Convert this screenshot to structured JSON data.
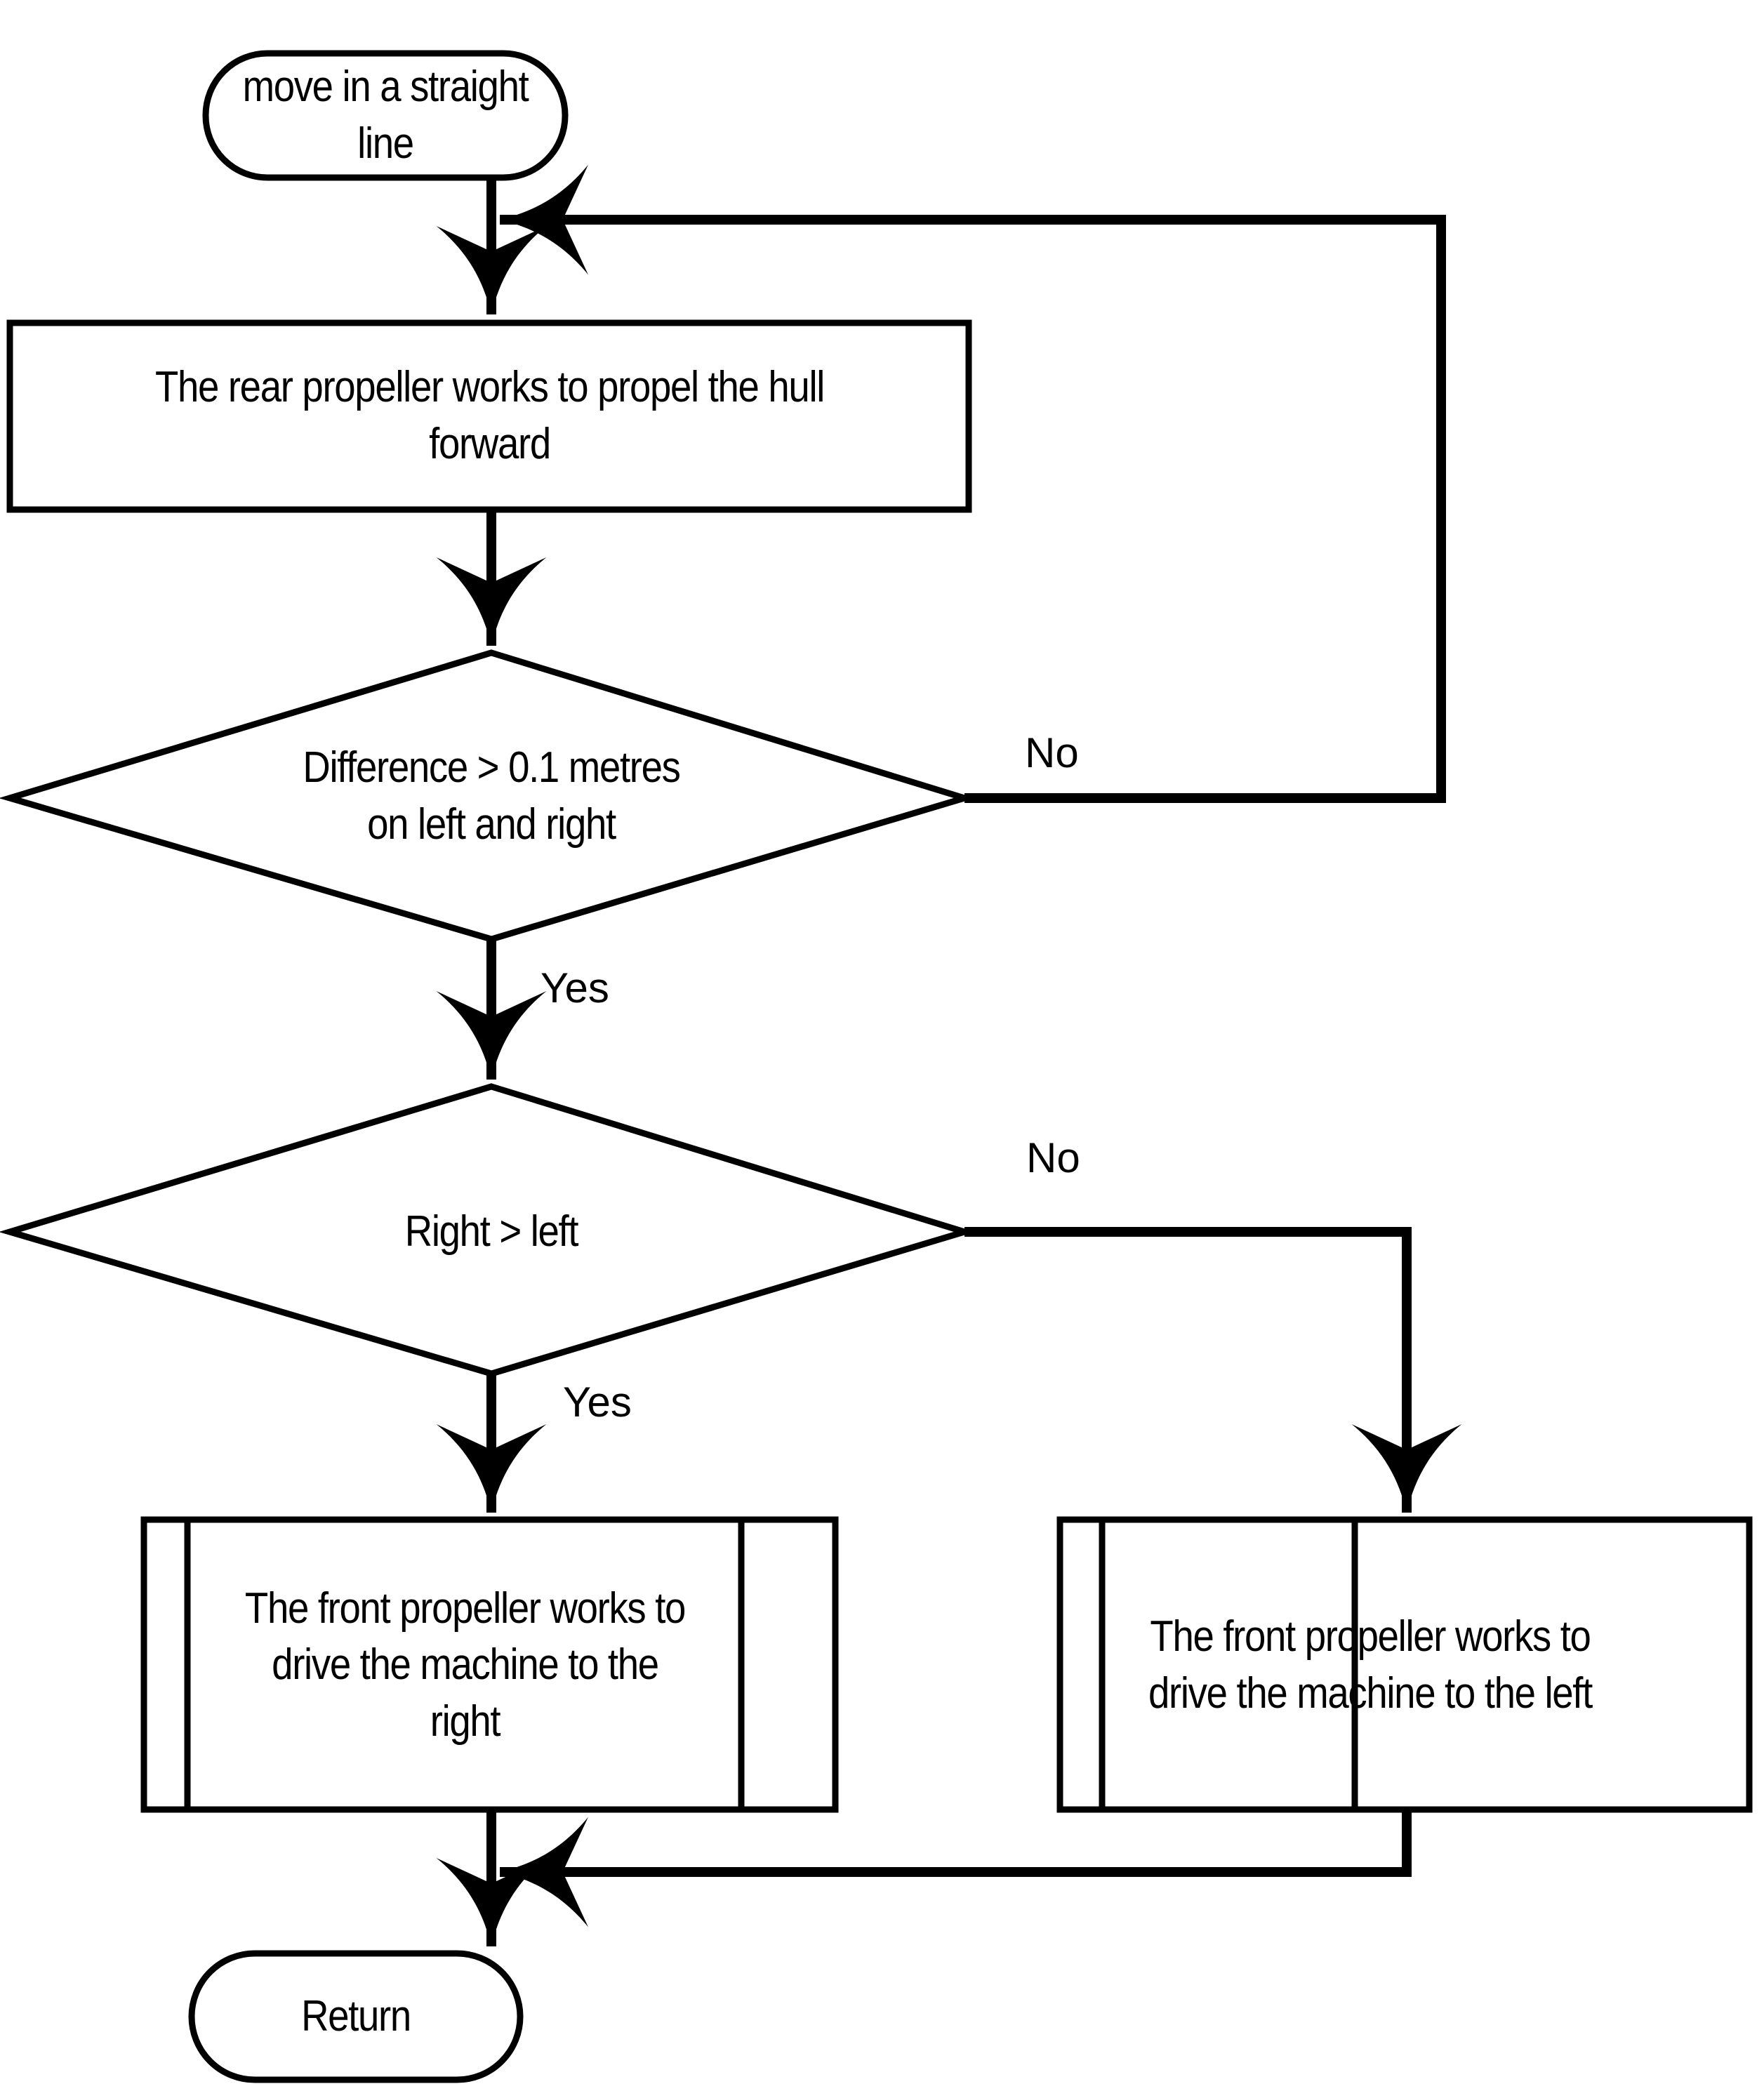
{
  "diagram": {
    "type": "flowchart",
    "title": "move in a straight line",
    "background_color": "#ffffff",
    "stroke_color": "#000000",
    "nodes": [
      {
        "id": "start",
        "shape": "stadium",
        "text": "move in a straight line"
      },
      {
        "id": "rear",
        "shape": "process",
        "text": "The rear propeller works to propel the hull forward"
      },
      {
        "id": "diff",
        "shape": "decision",
        "text_line1": "Difference > 0.1 metres",
        "text_line2": "on left and right"
      },
      {
        "id": "rightleft",
        "shape": "decision",
        "text": "Right > left"
      },
      {
        "id": "front_right",
        "shape": "predefined-process",
        "text": "The front propeller works to drive the machine to the right"
      },
      {
        "id": "front_left",
        "shape": "predefined-process",
        "text": "The front propeller works to drive the machine to the left"
      },
      {
        "id": "return",
        "shape": "stadium",
        "text": "Return"
      }
    ],
    "edges": [
      {
        "from": "start",
        "to": "rear",
        "label": ""
      },
      {
        "from": "rear",
        "to": "diff",
        "label": ""
      },
      {
        "from": "diff",
        "to": "rear",
        "label": "No"
      },
      {
        "from": "diff",
        "to": "rightleft",
        "label": "Yes"
      },
      {
        "from": "rightleft",
        "to": "front_left",
        "label": "No"
      },
      {
        "from": "rightleft",
        "to": "front_right",
        "label": "Yes"
      },
      {
        "from": "front_right",
        "to": "return",
        "label": ""
      },
      {
        "from": "front_left",
        "to": "return",
        "label": ""
      }
    ],
    "edge_labels": {
      "diff_no": "No",
      "diff_yes": "Yes",
      "rightleft_no": "No",
      "rightleft_yes": "Yes"
    }
  }
}
